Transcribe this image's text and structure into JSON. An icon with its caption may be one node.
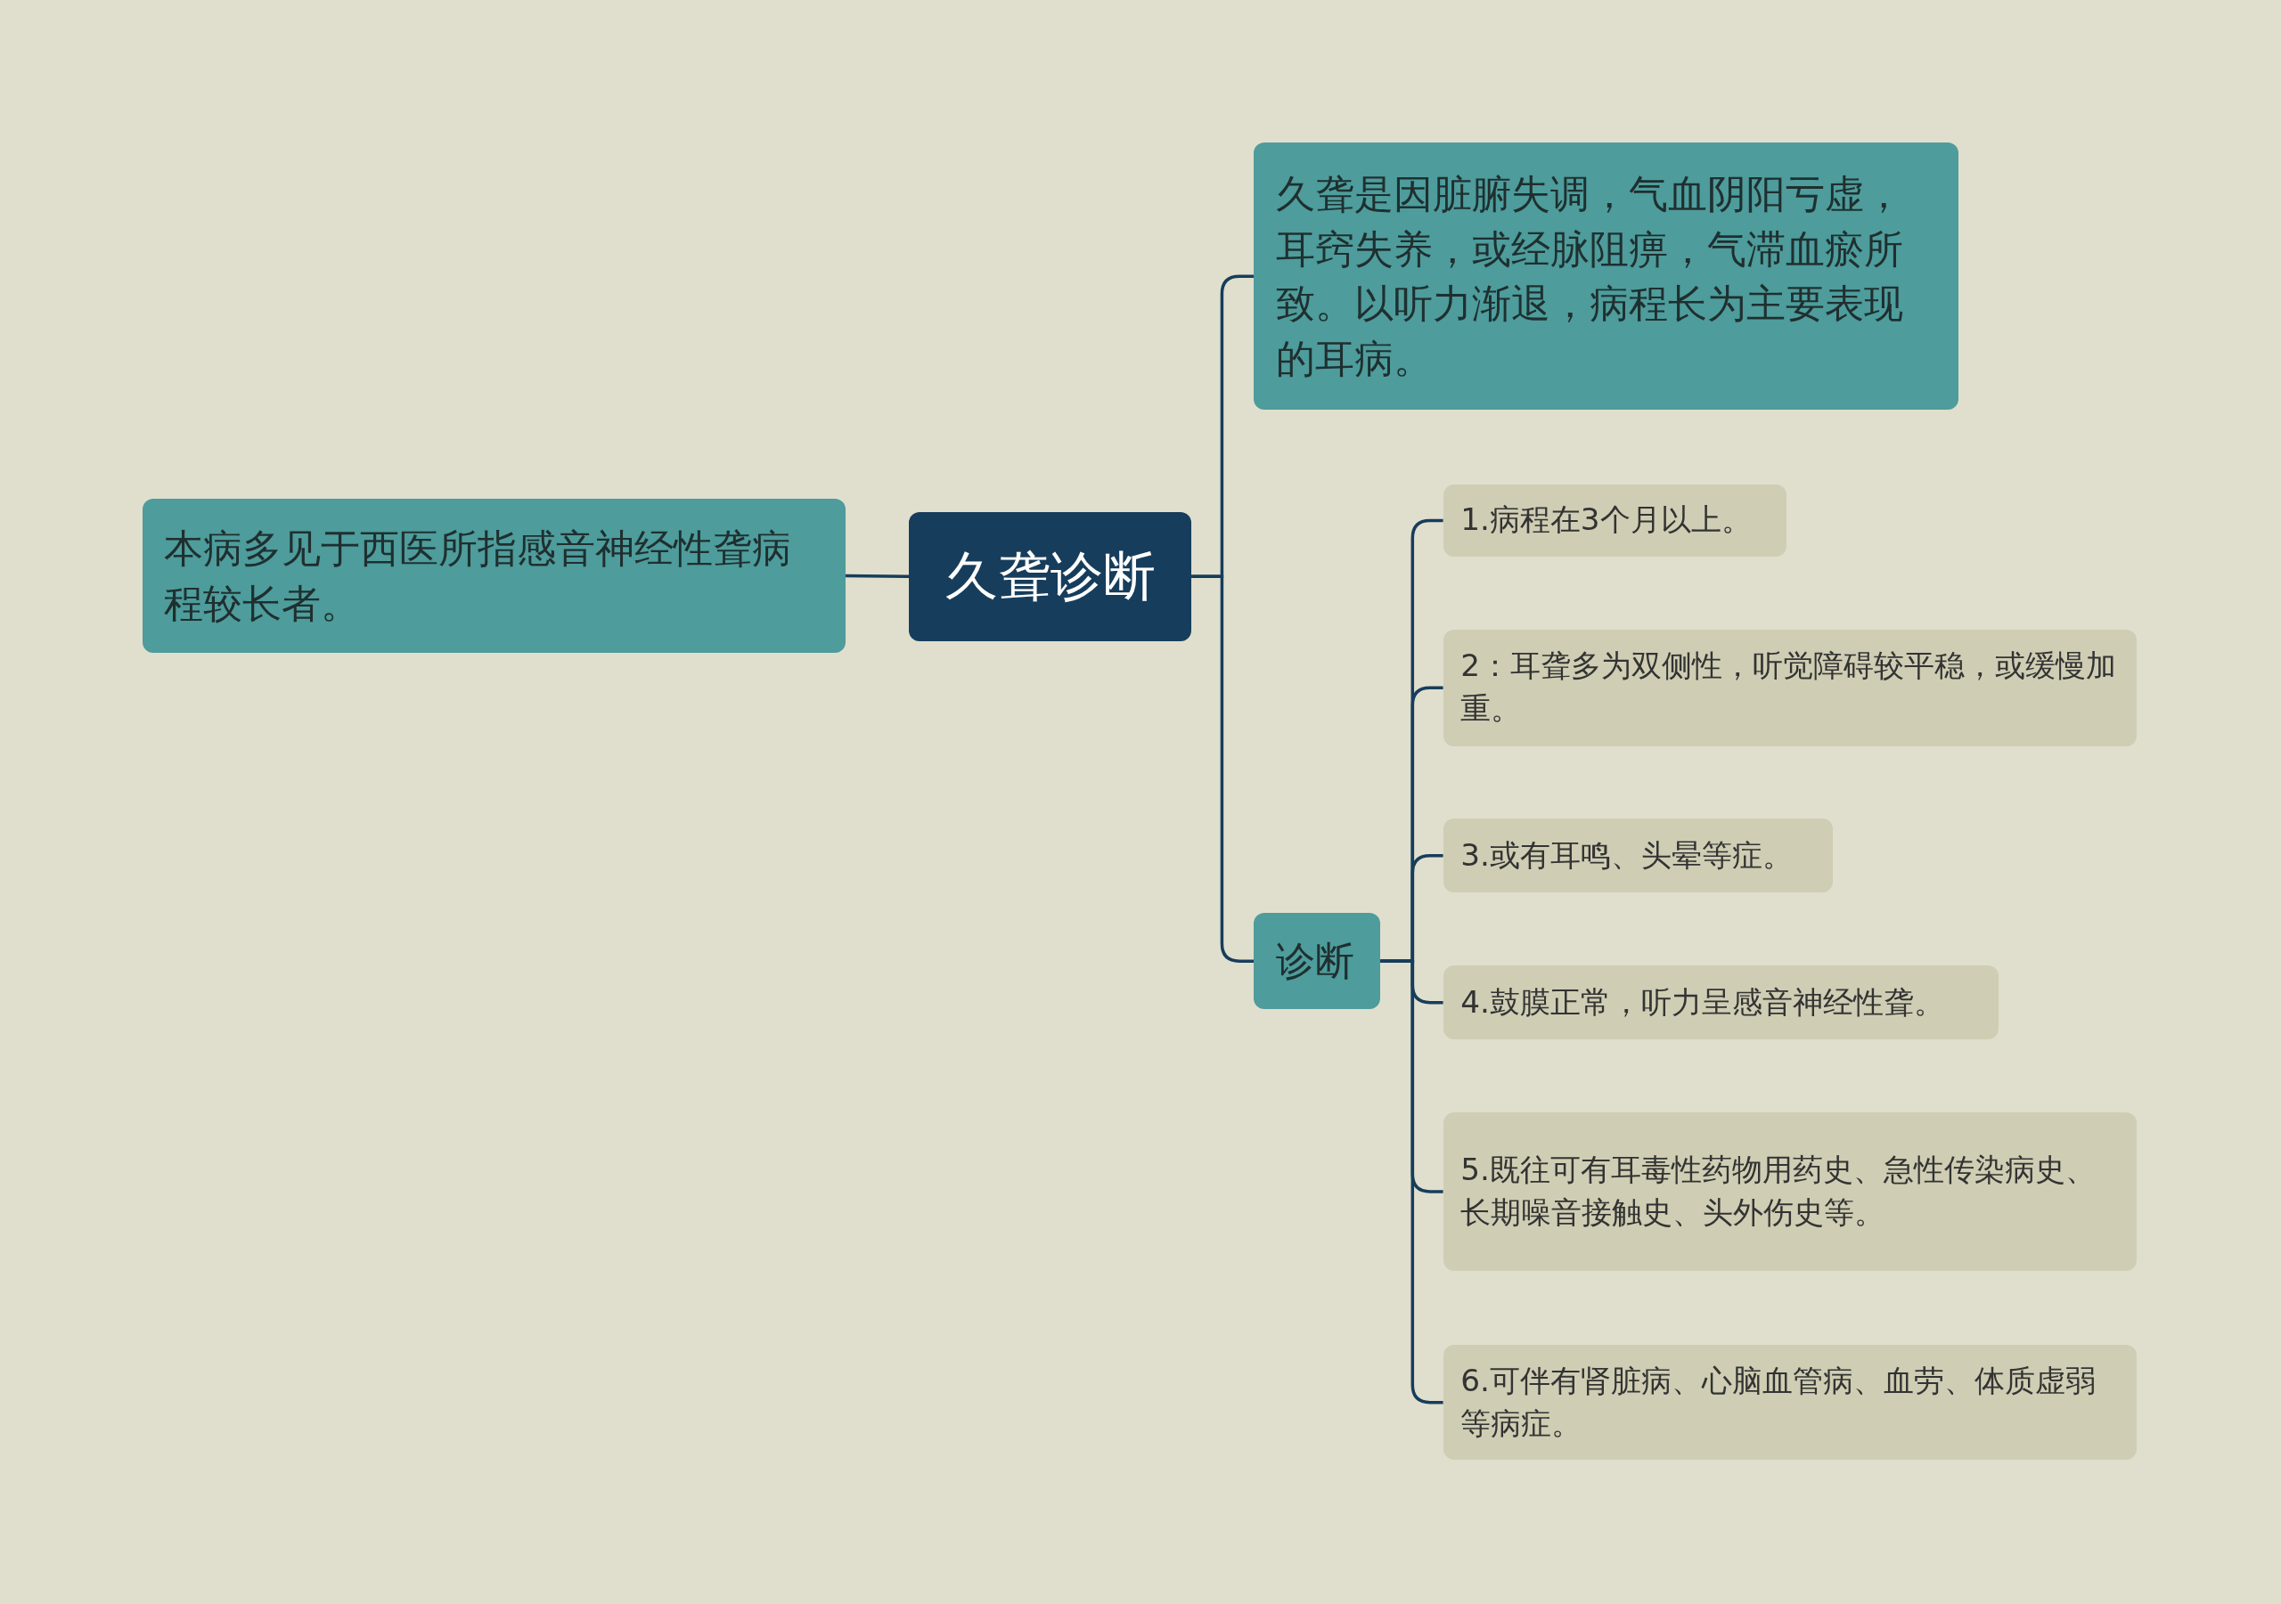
{
  "diagram": {
    "nodes": [
      {
        "text": [
          "久聋诊断"
        ]
      },
      {
        "text": [
          "本病多见于西医所指感音神经性聋病程较长者。"
        ]
      },
      {
        "text": [
          "久聋是因脏腑失调，气血阴阳亏虚，耳窍失养，或经脉阻痹，气滞血瘀所致。以听力渐退，病程长为主要表现的耳病。"
        ]
      },
      {
        "text": [
          "诊断"
        ]
      },
      {
        "text": [
          "1.病程在3个月以上。"
        ]
      },
      {
        "text": [
          "2：耳聋多为双侧性，听觉障碍较平稳，或缓慢加重。"
        ]
      },
      {
        "text": [
          "3.或有耳鸣、头晕等症。"
        ]
      },
      {
        "text": [
          "4.鼓膜正常，听力呈感音神经性聋。"
        ]
      },
      {
        "text": [
          "5.既往可有耳毒性药物用药史、急性传染病史、长期噪音接触史、头外伤史等。"
        ]
      },
      {
        "text": [
          "6.可伴有肾脏病、心脑血管病、血劳、体质虚弱等病症。"
        ]
      }
    ],
    "edges": [
      {
        "from": 0,
        "to": 1,
        "arrow": "none"
      },
      {
        "from": 0,
        "to": 2,
        "arrow": "none"
      },
      {
        "from": 0,
        "to": 3,
        "arrow": "none"
      },
      {
        "from": 3,
        "to": 4,
        "arrow": "none"
      },
      {
        "from": 3,
        "to": 5,
        "arrow": "none"
      },
      {
        "from": 3,
        "to": 6,
        "arrow": "none"
      },
      {
        "from": 3,
        "to": 7,
        "arrow": "none"
      },
      {
        "from": 3,
        "to": 8,
        "arrow": "none"
      },
      {
        "from": 3,
        "to": 9,
        "arrow": "none"
      }
    ]
  }
}
